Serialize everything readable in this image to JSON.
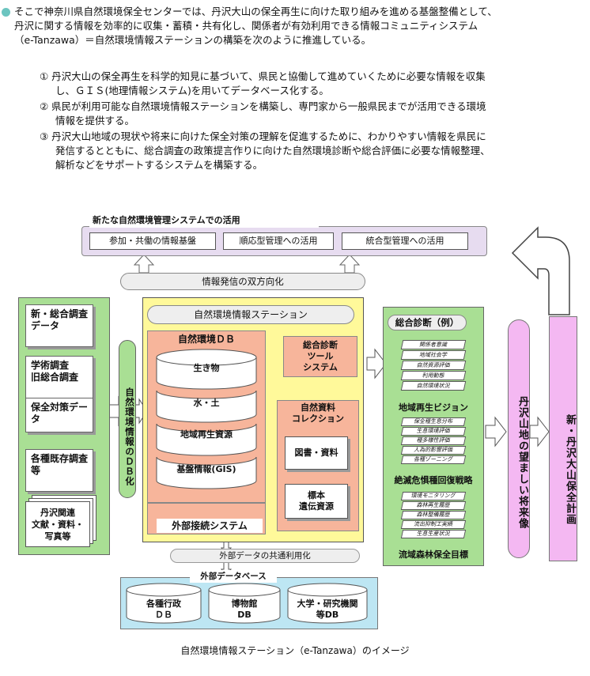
{
  "intro": {
    "p1": "そこで神奈川県自然環境保全センターでは、丹沢大山の保全再生に向けた取り組みを進める基盤整備として、",
    "p2": "丹沢に関する情報を効率的に収集・蓄積・共有化し、関係者が有効利用できる情報コミュニティシステム",
    "p3": "（e-Tanzawa）＝自然環境情報ステーションの構築を次のように推進している。"
  },
  "items": [
    {
      "line1": "① 丹沢大山の保全再生を科学的知見に基づいて、県民と協働して進めていくために必要な情報を収集",
      "line2": "し、ＧＩＳ(地理情報システム)を用いてデータベース化する。"
    },
    {
      "line1": "② 県民が利用可能な自然環境情報ステーションを構築し、専門家から一般県民までが活用できる環境",
      "line2": "情報を提供する。"
    },
    {
      "line1": "③ 丹沢大山地域の現状や将来に向けた保全対策の理解を促進するために、わかりやすい情報を県民に",
      "line2": "発信するとともに、総合調査の政策提言作りに向けた自然環境診断や総合評価に必要な情報整理、",
      "line3": "解析などをサポートするシステムを構築する。"
    }
  ],
  "diagram": {
    "top_title": "新たな自然環境管理システムでの活用",
    "top_boxes": [
      "参加・共働の情報基盤",
      "順応型管理への活用",
      "統合型管理への活用"
    ],
    "bidir": "情報発信の双方向化",
    "left_docs": [
      {
        "l1": "新・総合調査",
        "l2": "データ"
      },
      {
        "l1": "学術調査",
        "l2": "旧総合調査"
      },
      {
        "l1": "保全対策データ",
        "l2": ""
      },
      {
        "l1": "各種既存調査",
        "l2": "等"
      }
    ],
    "left_last": {
      "l1": "丹沢関連",
      "l2": "文献・資料・",
      "l3": "写真等"
    },
    "db_arrow": "自然環境情報のＤＢ化",
    "station_title": "自然環境情報ステーション",
    "db_title": "自然環境ＤＢ",
    "db_layers": [
      "生き物",
      "水・土",
      "地域再生資源",
      "基盤情報(GIS)"
    ],
    "tool": {
      "l1": "総合診断",
      "l2": "ツール",
      "l3": "システム"
    },
    "collection": {
      "l1": "自然資料",
      "l2": "コレクション"
    },
    "books": "図書・資料",
    "specimen": {
      "l1": "標本",
      "l2": "遺伝資源"
    },
    "external": "外部接続システム",
    "shared": "外部データの共通利用化",
    "ext_db_title": "外部データベース",
    "ext_dbs": [
      {
        "l1": "各種行政",
        "l2": "ＤＢ"
      },
      {
        "l1": "博物館",
        "l2": "DB"
      },
      {
        "l1": "大学・研究機関",
        "l2": "等DB"
      }
    ],
    "diag_title": "総合診断（例）",
    "diag_group1": [
      "関係者意識",
      "地域社会学",
      "自然資源評価",
      "利用動態",
      "自然環境状況"
    ],
    "diag_h1": "地域再生ビジョン",
    "diag_group2": [
      "保全種生息分布",
      "生息環境評価",
      "種多様性評価",
      "人為的影響評価",
      "各種ゾーニング"
    ],
    "diag_h2": "絶滅危惧種回復戦略",
    "diag_group3": [
      "環境モニタリング",
      "森林再生履歴",
      "森林整備履歴",
      "流出抑制工実績",
      "生息生産状況"
    ],
    "diag_h3": "流域森林保全目標",
    "future": "丹沢山地の望ましい将来像",
    "plan": "新・丹沢大山保全計画",
    "caption": "自然環境情報ステーション（e-Tanzawa）のイメージ"
  }
}
